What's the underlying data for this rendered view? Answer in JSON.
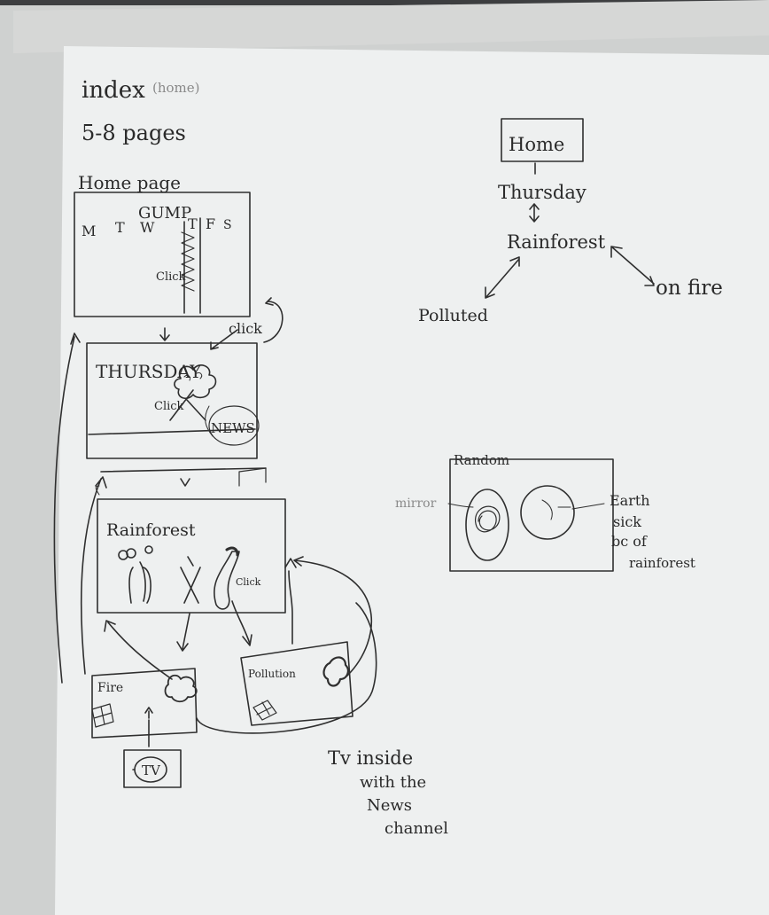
{
  "notes": {
    "index": "index",
    "index_crossed": "(home)",
    "page_count": "5-8 pages",
    "home_page": "Home page"
  },
  "home_wireframe": {
    "title": "GUMP",
    "days": [
      "M",
      "T",
      "W",
      "T",
      "F",
      "S"
    ],
    "click_center": "Click",
    "click_right": "click"
  },
  "thursday_wireframe": {
    "title": "THURSDAY",
    "click": "Click",
    "news": "NEWS"
  },
  "rainforest_wireframe": {
    "title": "Rainforest",
    "click": "Click"
  },
  "fire_wireframe": {
    "title": "Fire"
  },
  "pollution_wireframe": {
    "title": "Pollution"
  },
  "tv_wireframe": {
    "label": "TV"
  },
  "tv_note": [
    "Tv inside",
    "with the",
    "News",
    "channel"
  ],
  "sitemap": {
    "home": "Home",
    "thursday": "Thursday",
    "rainforest": "Rainforest",
    "polluted": "Polluted",
    "on_fire": "on fire"
  },
  "random": {
    "title": "Random",
    "mirror": "mirror",
    "earth_note": [
      "Earth",
      "sick",
      "bc of",
      "rainforest"
    ]
  }
}
